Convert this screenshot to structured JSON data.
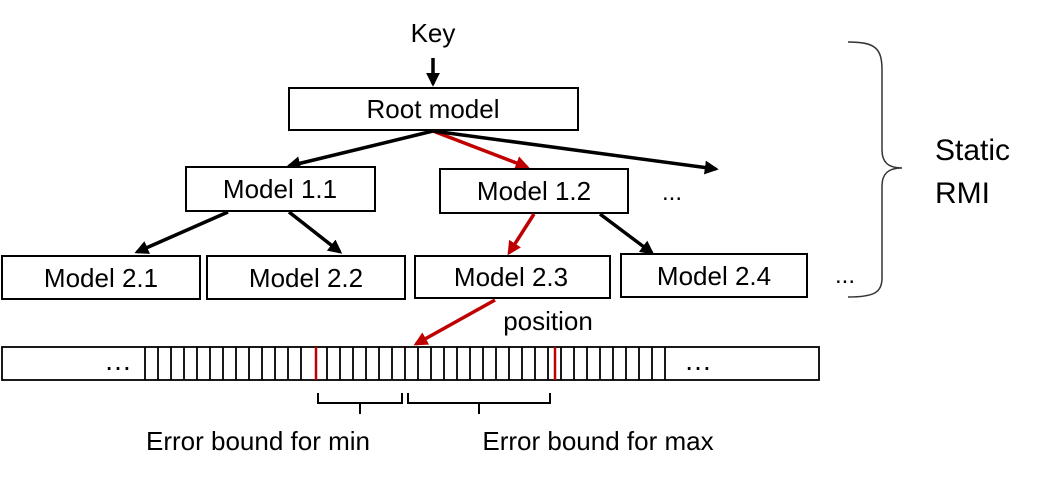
{
  "key_label": "Key",
  "root": {
    "label": "Root model"
  },
  "level1": [
    {
      "label": "Model 1.1"
    },
    {
      "label": "Model 1.2"
    }
  ],
  "level1_more": "...",
  "level2": [
    {
      "label": "Model 2.1"
    },
    {
      "label": "Model 2.2"
    },
    {
      "label": "Model 2.3"
    },
    {
      "label": "Model 2.4"
    }
  ],
  "level2_more": "...",
  "brace_label": [
    "Static",
    "RMI"
  ],
  "position_label": "position",
  "array": {
    "left_ellipsis": "…",
    "right_ellipsis": "…"
  },
  "error_min_label": "Error bound for min",
  "error_max_label": "Error bound for max",
  "colors": {
    "highlight": "#c00000",
    "line": "#000000"
  }
}
